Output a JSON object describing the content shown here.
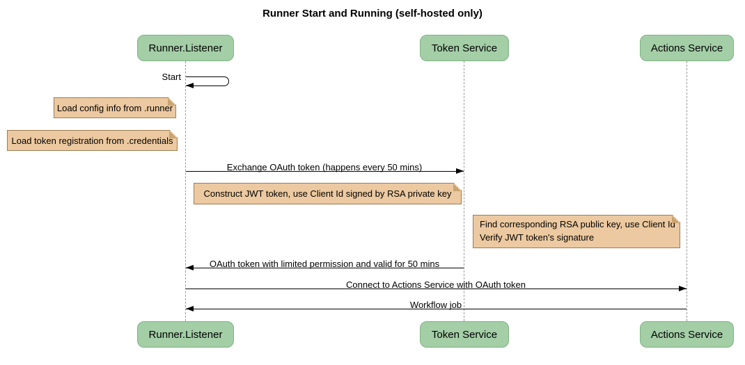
{
  "title": "Runner Start and Running (self-hosted only)",
  "participants": [
    {
      "name": "Runner.Listener"
    },
    {
      "name": "Token Service"
    },
    {
      "name": "Actions Service"
    }
  ],
  "messages": [
    {
      "label": "Start",
      "from": "Runner.Listener",
      "to": "Runner.Listener",
      "type": "self"
    },
    {
      "label": "Exchange OAuth token (happens every 50 mins)",
      "from": "Runner.Listener",
      "to": "Token Service",
      "type": "solid-arrow"
    },
    {
      "label": "OAuth token with limited permission and valid for 50 mins",
      "from": "Token Service",
      "to": "Runner.Listener",
      "type": "solid-arrow"
    },
    {
      "label": "Connect to Actions Service with OAuth token",
      "from": "Runner.Listener",
      "to": "Actions Service",
      "type": "solid-arrow"
    },
    {
      "label": "Workflow job",
      "from": "Actions Service",
      "to": "Runner.Listener",
      "type": "solid-arrow"
    }
  ],
  "notes": [
    {
      "text": "Load config info from .runner",
      "position": "left of Runner.Listener"
    },
    {
      "text": "Load token registration from .credentials",
      "position": "left of Runner.Listener"
    },
    {
      "text": "Construct JWT token, use Client Id signed by RSA private key",
      "position": "between Runner.Listener and Token Service"
    },
    {
      "lines": [
        "Find corresponding RSA public key, use Client Id",
        "Verify JWT token's signature"
      ],
      "position": "left of Actions Service"
    }
  ],
  "colors": {
    "background": "#ffffff",
    "participant_fill": "#a3cea6",
    "participant_border": "#82b286",
    "note_fill": "#ecc9a0",
    "note_border": "#9a7d52",
    "note_fold": "#c9a471",
    "lifeline": "#999999",
    "arrow": "#000000",
    "text": "#000000"
  }
}
